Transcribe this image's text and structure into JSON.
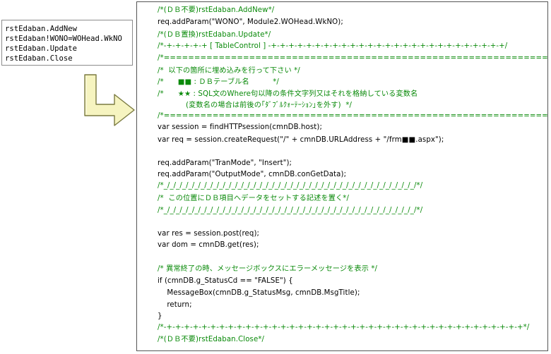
{
  "left_panel": {
    "lines": [
      "rstEdaban.AddNew",
      "rstEdaban!WONO=WOHead.WkNO",
      "rstEdaban.Update",
      "rstEdaban.Close"
    ]
  },
  "arrow": {
    "icon": "right-turn-arrow-icon",
    "fill": "#f6f4c0",
    "stroke": "#7a7a40"
  },
  "colors": {
    "comment": "#0a8a0a",
    "code": "#000000",
    "border": "#555555"
  },
  "code_lines": [
    {
      "text": "/*(ＤＢ不要)rstEdaban.AddNew*/",
      "type": "comment"
    },
    {
      "text": "req.addParam(\"WONO\", Module2.WOHead.WkNO);",
      "type": "code"
    },
    {
      "text": "/*(ＤＢ置換)rstEdaban.Update*/",
      "type": "comment"
    },
    {
      "text": "/*-+-+-+-+-+ [ TableControl ] -+-+-+-+-+-+-+-+-+-+-+-+-+-+-+-+-+-+-+-+-+-+-+-+-+-+-+/",
      "type": "comment"
    },
    {
      "text": "/*====================================================================================*/",
      "type": "comment"
    },
    {
      "text": "/*  以下の箇所に埋め込みを行って下さい */",
      "type": "comment"
    },
    {
      "text": "/*      ■■ : ＤＢテーブル名          */",
      "type": "comment"
    },
    {
      "text": "/*      ★★ : SQL文のWhere句以降の条件文字列又はそれを格納している変数名",
      "type": "comment"
    },
    {
      "text": "            (変数名の場合は前後の｢ﾀﾞﾌﾞﾙｸｫｰﾃｰｼｮﾝ｣を外す)  */",
      "type": "comment"
    },
    {
      "text": "/*====================================================================================*/",
      "type": "comment"
    },
    {
      "text": "var session = findHTTPsession(cmnDB.host);",
      "type": "code"
    },
    {
      "text": "var req = session.createRequest(\"/\" + cmnDB.URLAddress + \"/frm■■.aspx\");",
      "type": "code"
    },
    {
      "text": "",
      "type": "code"
    },
    {
      "text": "req.addParam(\"TranMode\", \"Insert\");",
      "type": "code"
    },
    {
      "text": "req.addParam(\"OutputMode\", cmnDB.conGetData);",
      "type": "code"
    },
    {
      "text": "/*_/_/_/_/_/_/_/_/_/_/_/_/_/_/_/_/_/_/_/_/_/_/_/_/_/_/_/_/_/_/_/_/_/_/_/_/_/_/_/_/_/*/",
      "type": "comment"
    },
    {
      "text": "/*  この位置にＤＢ項目へデータをセットする記述を置く*/",
      "type": "comment"
    },
    {
      "text": "/*_/_/_/_/_/_/_/_/_/_/_/_/_/_/_/_/_/_/_/_/_/_/_/_/_/_/_/_/_/_/_/_/_/_/_/_/_/_/_/_/_/*/",
      "type": "comment"
    },
    {
      "text": "",
      "type": "code"
    },
    {
      "text": "var res = session.post(req);",
      "type": "code"
    },
    {
      "text": "var dom = cmnDB.get(res);",
      "type": "code"
    },
    {
      "text": "",
      "type": "code"
    },
    {
      "text": "/* 異常終了の時、メッセージボックスにエラーメッセージを表示 */",
      "type": "comment"
    },
    {
      "text": "if (cmnDB.g_StatusCd == \"FALSE\") {",
      "type": "code"
    },
    {
      "text": "    MessageBox(cmnDB.g_StatusMsg, cmnDB.MsgTitle);",
      "type": "code"
    },
    {
      "text": "    return;",
      "type": "code"
    },
    {
      "text": "}",
      "type": "code"
    },
    {
      "text": "/*-+-+-+-+-+-+-+-+-+-+-+-+-+-+-+-+-+-+-+-+-+-+-+-+-+-+-+-+-+-+-+-+-+-+-+-+-+-+-+-+-+*/",
      "type": "comment"
    },
    {
      "text": "/*(ＤＢ不要)rstEdaban.Close*/",
      "type": "comment"
    }
  ]
}
